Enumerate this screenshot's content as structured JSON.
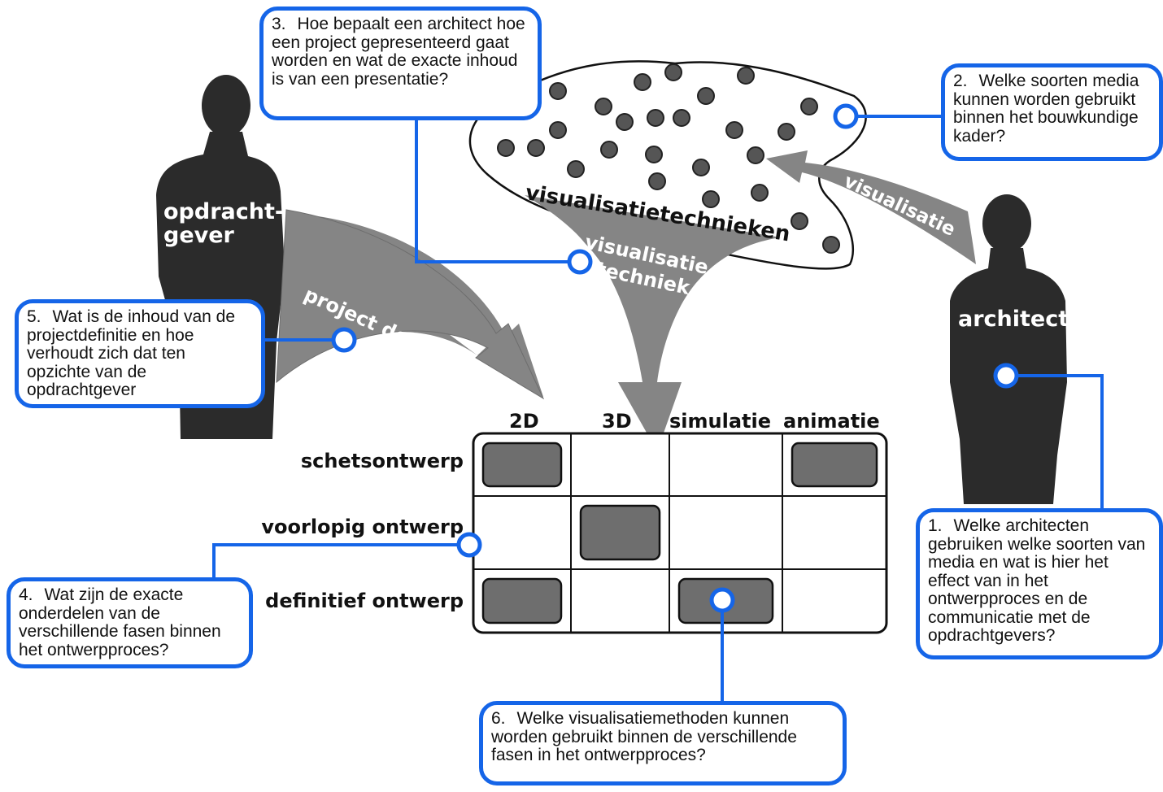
{
  "actors": {
    "client": "opdracht-\ngever",
    "architect": "architect"
  },
  "arrows": {
    "project": "project definitie",
    "visualisation": "visualisatie",
    "technique_line1": "visualisatie",
    "technique_line2": "techniek"
  },
  "cloud": {
    "label": "visualisatietechnieken"
  },
  "matrix": {
    "columns": [
      "2D",
      "3D",
      "simulatie",
      "animatie"
    ],
    "rows": [
      "schetsontwerp",
      "voorlopig ontwerp",
      "definitief ontwerp"
    ],
    "filled": [
      [
        true,
        false,
        false,
        true
      ],
      [
        false,
        true,
        false,
        false
      ],
      [
        true,
        false,
        true,
        false
      ]
    ]
  },
  "questions": {
    "q1": {
      "num": "1.",
      "text": "Welke architecten gebruiken welke soorten van media en wat is hier het effect van in het ontwerpproces en de communicatie met de opdrachtgevers?"
    },
    "q2": {
      "num": "2.",
      "text": "Welke soorten media kunnen worden gebruikt binnen het bouwkundige kader?"
    },
    "q3": {
      "num": "3.",
      "text": "Hoe bepaalt een architect hoe een project gepresenteerd gaat worden en wat de exacte inhoud is van een presentatie?"
    },
    "q4": {
      "num": "4.",
      "text": "Wat zijn de exacte onderdelen van de verschillende fasen binnen het ontwerpproces?"
    },
    "q5": {
      "num": "5.",
      "text": "Wat is de inhoud van de projectdefinitie en hoe verhoudt zich dat ten opzichte van de opdrachtgever"
    },
    "q6": {
      "num": "6.",
      "text": "Welke visualisatiemethoden kunnen worden gebruikt binnen de verschillende fasen in het ontwerpproces?"
    }
  },
  "colors": {
    "accent": "#1565e8",
    "silhouette": "#2b2b2b",
    "arrow_fill": "#858585",
    "cell_fill": "#6e6e6e",
    "dot_fill": "#555555"
  }
}
